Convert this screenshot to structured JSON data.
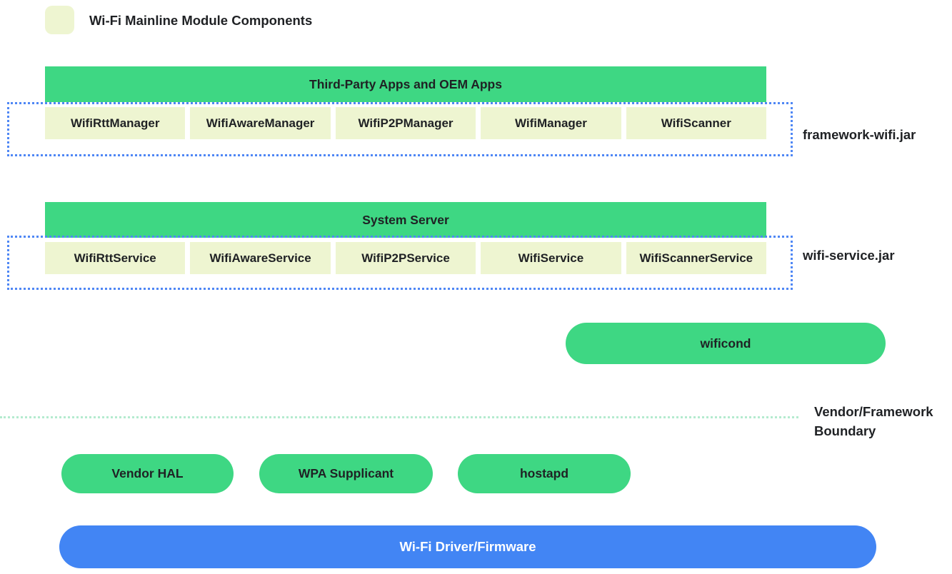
{
  "legend": {
    "label": "Wi-Fi Mainline Module Components"
  },
  "sections": [
    {
      "header": "Third-Party Apps and OEM Apps",
      "jar_label": "framework-wifi.jar",
      "boxes": [
        "WifiRttManager",
        "WifiAwareManager",
        "WifiP2PManager",
        "WifiManager",
        "WifiScanner"
      ]
    },
    {
      "header": "System Server",
      "jar_label": "wifi-service.jar",
      "boxes": [
        "WifiRttService",
        "WifiAwareService",
        "WifiP2PService",
        "WifiService",
        "WifiScannerService"
      ]
    }
  ],
  "wificond": {
    "label": "wificond"
  },
  "boundary": {
    "label": "Vendor/Framework Boundary"
  },
  "vendor_pills": [
    "Vendor HAL",
    "WPA Supplicant",
    "hostapd"
  ],
  "driver": {
    "label": "Wi-Fi Driver/Firmware"
  },
  "colors": {
    "green": "#3ed783",
    "pale": "#eef5d1",
    "blue": "#4285f4",
    "dotted_blue": "#4f87f5",
    "boundary_green": "#b4ebcf",
    "text": "#1f2124"
  }
}
